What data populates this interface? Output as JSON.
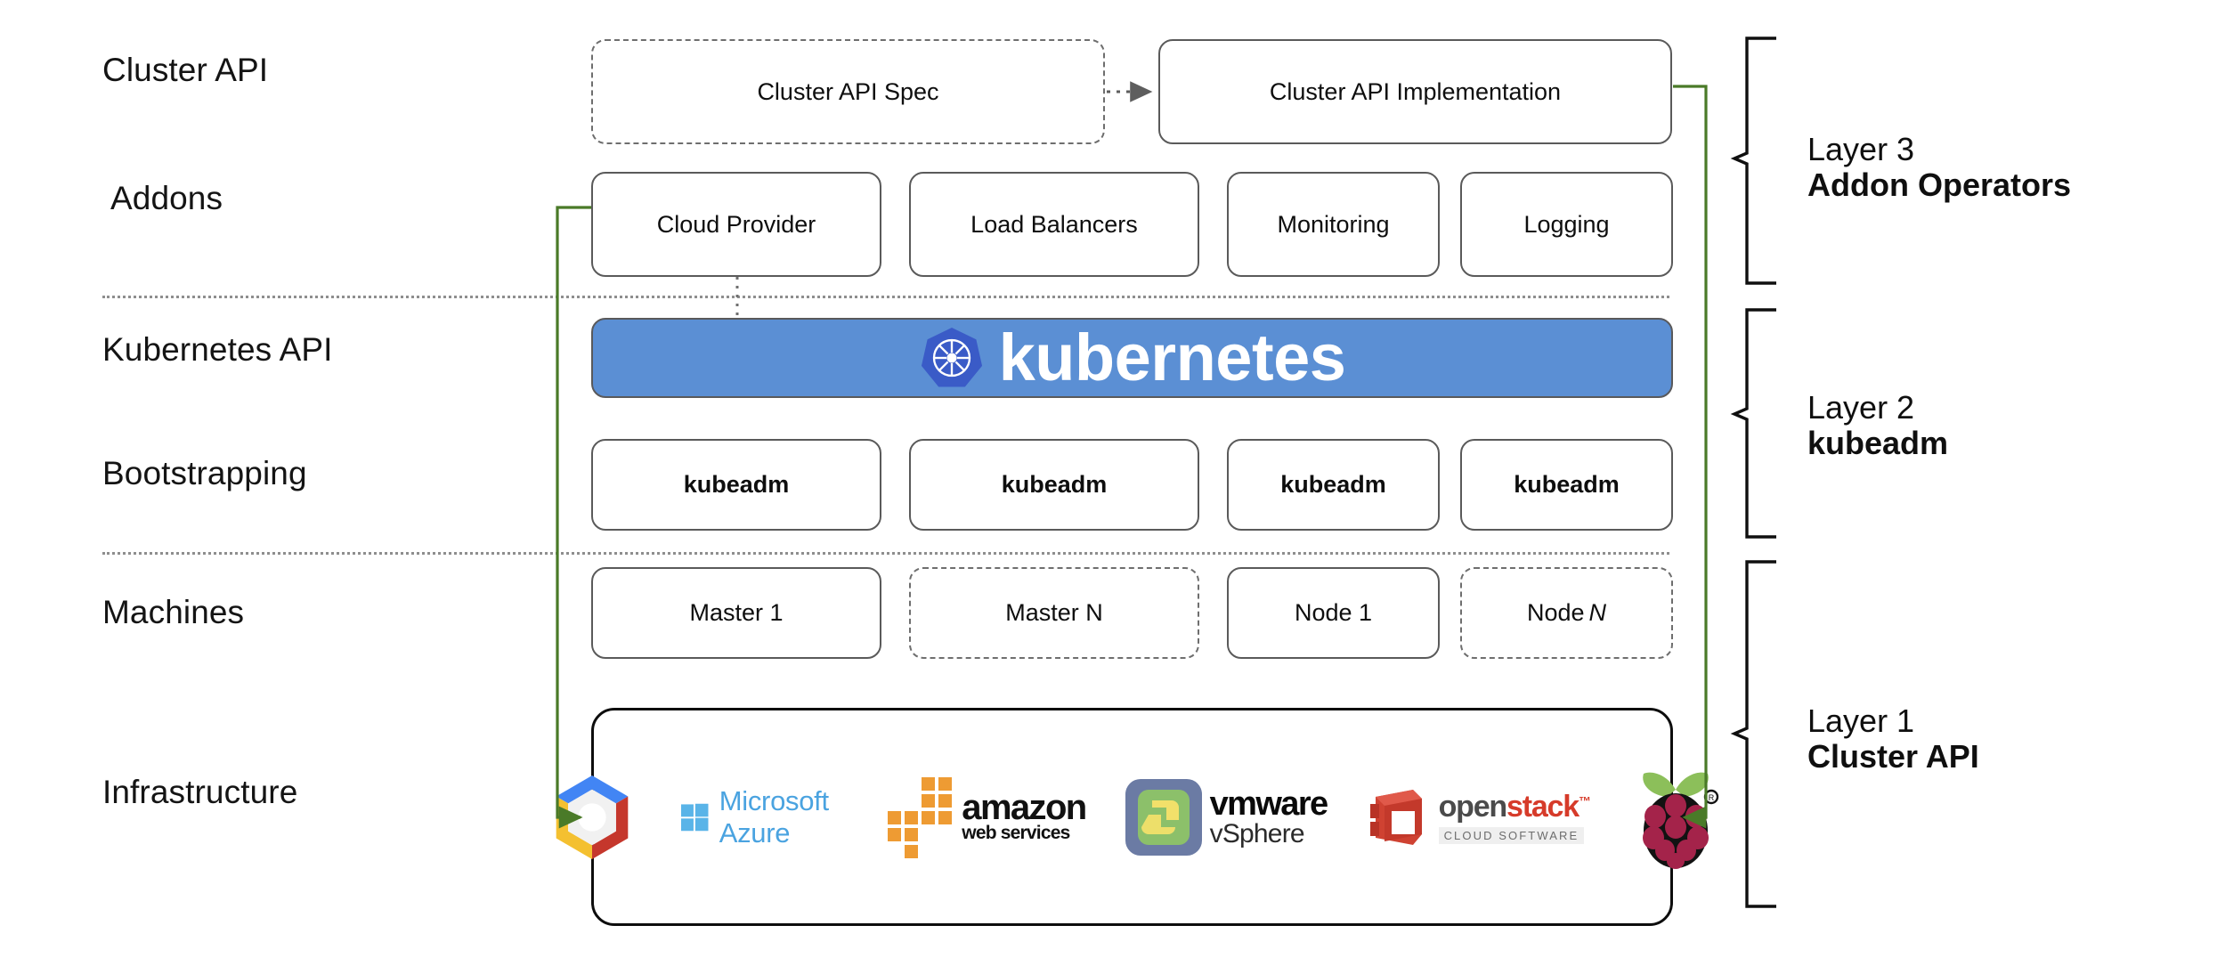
{
  "diagram": {
    "title": "Kubernetes Cluster API layered architecture",
    "colors": {
      "k8s_banner_bg": "#5b8fd4",
      "k8s_logo_blue": "#3a5bc7",
      "connector_green": "#4a7a28",
      "box_border": "#5a5a5a",
      "separator": "#8e8e8e",
      "infra_border": "#0d0d0d"
    }
  },
  "row_labels": [
    {
      "key": "cluster-api",
      "text": "Cluster API"
    },
    {
      "key": "addons",
      "text": "Addons"
    },
    {
      "key": "kubernetes-api",
      "text": "Kubernetes API"
    },
    {
      "key": "bootstrapping",
      "text": "Bootstrapping"
    },
    {
      "key": "machines",
      "text": "Machines"
    },
    {
      "key": "infrastructure",
      "text": "Infrastructure"
    }
  ],
  "rows": {
    "cluster_api": {
      "nodes": [
        {
          "label": "Cluster API Spec",
          "style": "dashed"
        },
        {
          "label": "Cluster API Implementation",
          "style": "solid"
        }
      ]
    },
    "addons": {
      "nodes": [
        {
          "label": "Cloud Provider",
          "style": "solid"
        },
        {
          "label": "Load Balancers",
          "style": "solid"
        },
        {
          "label": "Monitoring",
          "style": "solid"
        },
        {
          "label": "Logging",
          "style": "solid"
        }
      ]
    },
    "kubernetes_api": {
      "banner": {
        "wordmark": "kubernetes",
        "logo": "kubernetes-helm-wheel"
      }
    },
    "bootstrapping": {
      "nodes": [
        {
          "label": "kubeadm",
          "style": "solid"
        },
        {
          "label": "kubeadm",
          "style": "solid"
        },
        {
          "label": "kubeadm",
          "style": "solid"
        },
        {
          "label": "kubeadm",
          "style": "solid"
        }
      ]
    },
    "machines": {
      "nodes": [
        {
          "label": "Master 1",
          "style": "solid",
          "italic_suffix": ""
        },
        {
          "label": "Master N",
          "style": "dashed",
          "italic_suffix": ""
        },
        {
          "label": "Node 1",
          "style": "solid",
          "italic_suffix": ""
        },
        {
          "label": "Node",
          "style": "dashed",
          "italic_suffix": "N"
        }
      ]
    },
    "infrastructure": {
      "logos": [
        {
          "name": "google-cloud-logo",
          "text": ""
        },
        {
          "name": "microsoft-azure-logo",
          "text": "Microsoft Azure"
        },
        {
          "name": "amazon-web-services-logo",
          "text": "amazon",
          "subtext": "web services"
        },
        {
          "name": "vmware-vsphere-logo",
          "text": "vmware",
          "subtext": "vSphere"
        },
        {
          "name": "openstack-logo",
          "text_a": "open",
          "text_b": "stack",
          "subtext": "CLOUD SOFTWARE"
        },
        {
          "name": "raspberry-pi-logo",
          "text": ""
        }
      ]
    }
  },
  "layers": [
    {
      "key": "layer-3",
      "title": "Layer 3",
      "subtitle": "Addon Operators"
    },
    {
      "key": "layer-2",
      "title": "Layer 2",
      "subtitle": "kubeadm"
    },
    {
      "key": "layer-1",
      "title": "Layer 1",
      "subtitle": "Cluster API"
    }
  ]
}
